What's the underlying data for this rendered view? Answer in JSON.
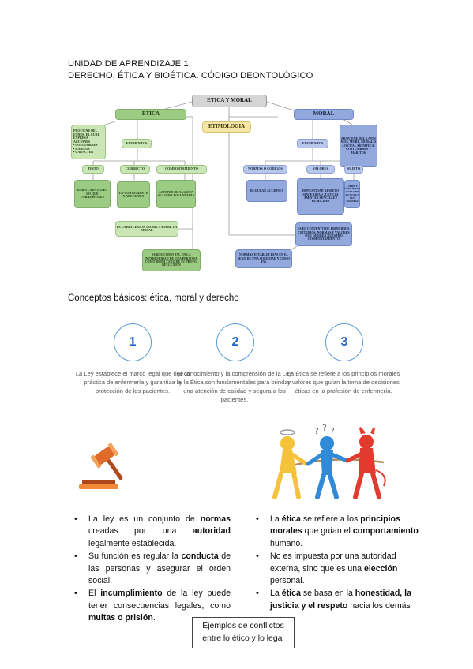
{
  "header": {
    "line1": "UNIDAD DE APRENDIZAJE 1:",
    "line2": "DERECHO, ÉTICA Y BIOÉTICA. CÓDIGO DEONTOLÓGICO"
  },
  "diagram": {
    "root": "ETICA Y MORAL",
    "etica": "ETICA",
    "etimologia": "ETIMOLOGIA",
    "moral": "MORAL",
    "etica_proviene": "PROVIENE DEL ETHOS, EL CUAL EXPRESA ACCIONES",
    "etica_items": [
      "COSTUMBRES",
      "HABITOS",
      "CARACTER"
    ],
    "etica_elementos": "ELEMENTOS",
    "etica_justo": "JUSTO",
    "etica_correcto": "CORRECTO",
    "etica_comportamiento": "COMPORTAMIENTO",
    "etica_justo_desc": "DAR A CADA QUIEN LO QUE CORRESPONDE",
    "etica_correcto_desc": "LO CONVENIENTE Y ADECUADO",
    "etica_comp_desc": "ACTITUD DE ALGUIEN SEA O NO VOLUNTARIA",
    "etica_reflexion": "ES LA REFLEXION TEORICA SOBRE LA MORAL",
    "etica_surge": "SURGE COMO TAL EN LA INTERIORIDAD DE UNA PERSONA, COMO RESULTADO DE SU PROPIA REFLEXION",
    "moral_proviene": "PROVIENE DEL LATIN MOS, MORE, MORALIS LO CUAL SIGNIFICA: COSTUMBRES Y HABITOS",
    "moral_elementos": "ELEMENTOS",
    "moral_normas": "NORMAS O CODIGOS",
    "moral_valores": "VALORES",
    "moral_sujeto": "SUJETO",
    "moral_normas_desc": "REGULAN ACCIONES",
    "moral_valores_desc": "HONESTIDAD RESPETO SINCERIDAD JUSTICIA AMISTAD SENCILLEZ HUMILDAD",
    "moral_sujeto_desc": "LIBRE Y CONCIENTE CAPAZ DE ACTUAR A SUS NORMAS",
    "moral_conjunto": "ES EL CONJUNTO DE PRINCIPIOS, CRITERIOS, NORMAS Y VALORES QUE DIRIGEN NUESTRO COMPORTAMIENTO",
    "moral_normas_est": "NORMAS ESTABLECIDAS EN EL SENO DE UNA SOCIEDAD Y COMO TAL"
  },
  "subheading": "Conceptos básicos: ética, moral y derecho",
  "steps": [
    {
      "num": "1",
      "text": "La Ley establece el marco legal que rige la práctica de enfermería y garantiza la protección de los pacientes."
    },
    {
      "num": "2",
      "text": "El conocimiento y la comprensión de la Ley y la Ética son fundamentales para brindar una atención de calidad y segura a los pacientes."
    },
    {
      "num": "3",
      "text": "La Ética se refiere a los principios morales y valores que guían la toma de decisiones éticas en la profesión de enfermería."
    }
  ],
  "left_bullets": {
    "b1_pre": "La ley es un conjunto de ",
    "b1_b1": "normas",
    "b1_mid": " creadas por una ",
    "b1_b2": "autoridad",
    "b1_post": " legalmente establecida.",
    "b2_pre": "Su función es regular la ",
    "b2_b1": "conducta",
    "b2_post": " de las personas y asegurar el orden social.",
    "b3_pre": "El ",
    "b3_b1": "incumplimiento",
    "b3_mid": " de la ley puede tener consecuencias legales, como ",
    "b3_b2": "multas o prisión",
    "b3_post": "."
  },
  "right_bullets": {
    "b1_pre": "La ",
    "b1_b1": "ética",
    "b1_mid": " se refiere a los ",
    "b1_b2": "principios morales",
    "b1_mid2": " que guían el ",
    "b1_b3": "comportamiento",
    "b1_post": " humano.",
    "b2_pre": "No es impuesta por una autoridad externa, sino que es una ",
    "b2_b1": "elección",
    "b2_post": " personal.",
    "b3_pre": "La ",
    "b3_b1": "ética",
    "b3_mid": " se basa en la ",
    "b3_b2": "honestidad, la justicia y el respeto",
    "b3_post": " hacia los demás"
  },
  "bottom_box": {
    "line1": "Ejemplos de conflictos",
    "line2": "entre lo ético y lo legal"
  }
}
